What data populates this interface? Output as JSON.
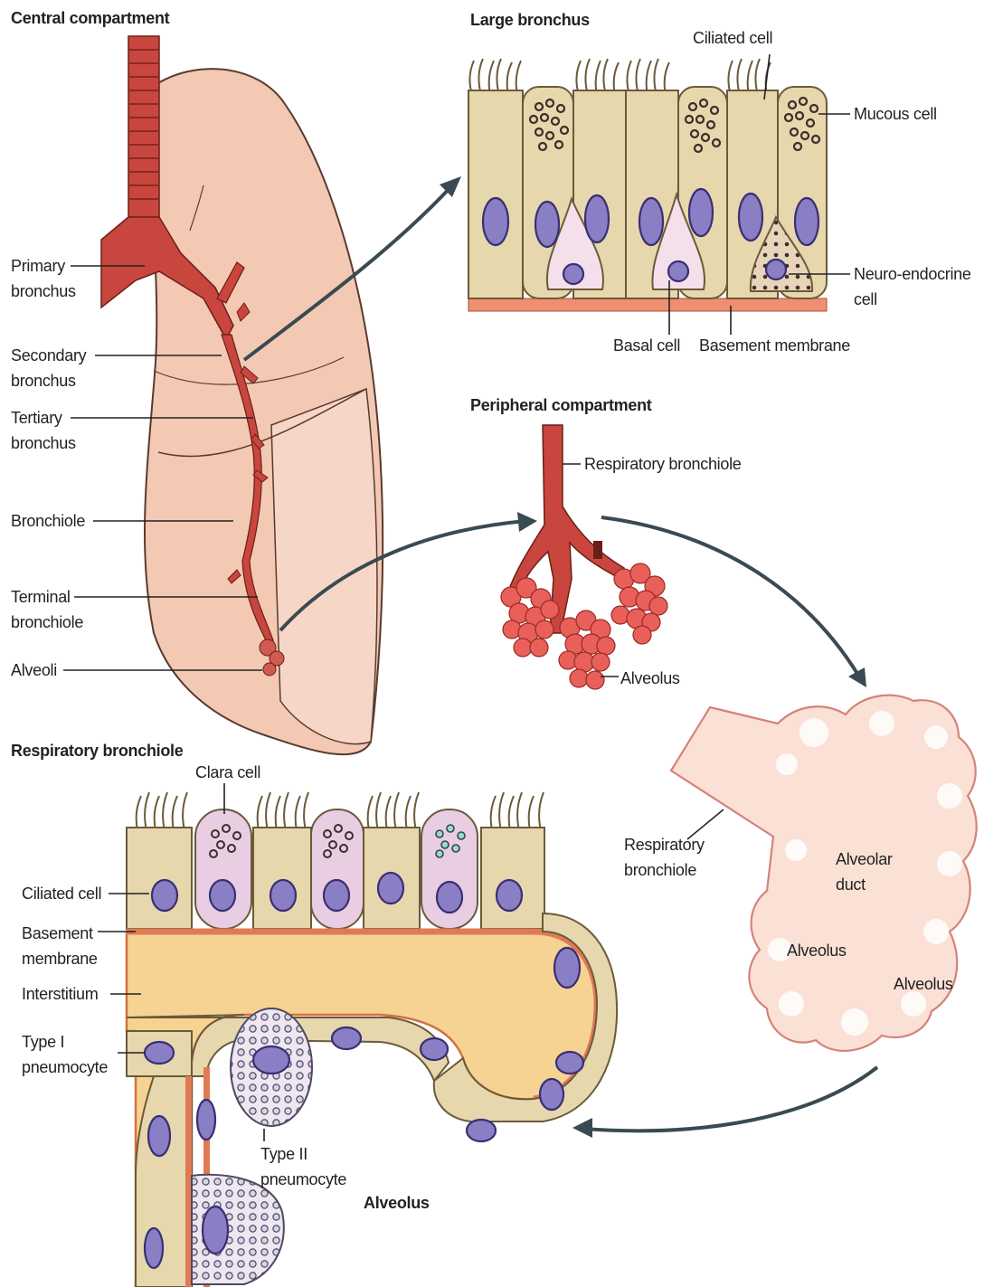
{
  "sections": {
    "central": "Central compartment",
    "large_bronchus": "Large bronchus",
    "peripheral": "Peripheral compartment",
    "respiratory_bronchiole": "Respiratory bronchiole",
    "alveolus": "Alveolus"
  },
  "lung_labels": {
    "primary_1": "Primary",
    "primary_2": "bronchus",
    "secondary_1": "Secondary",
    "secondary_2": "bronchus",
    "tertiary_1": "Tertiary",
    "tertiary_2": "bronchus",
    "bronchiole": "Bronchiole",
    "terminal_1": "Terminal",
    "terminal_2": "bronchiole",
    "alveoli": "Alveoli"
  },
  "bronchus_labels": {
    "ciliated": "Ciliated cell",
    "mucous": "Mucous cell",
    "neuro_1": "Neuro-endocrine",
    "neuro_2": "cell",
    "basal": "Basal cell",
    "basement": "Basement membrane"
  },
  "peripheral_labels": {
    "resp_bronchiole": "Respiratory bronchiole",
    "alveolus": "Alveolus"
  },
  "acinus_labels": {
    "resp_1": "Respiratory",
    "resp_2": "bronchiole",
    "duct_1": "Alveolar",
    "duct_2": "duct",
    "alveolus_a": "Alveolus",
    "alveolus_b": "Alveolus"
  },
  "resp_labels": {
    "clara": "Clara cell",
    "ciliated": "Ciliated cell",
    "basement_1": "Basement",
    "basement_2": "membrane",
    "interstitium": "Interstitium",
    "type1_1": "Type I",
    "type1_2": "pneumocyte",
    "type2_1": "Type II",
    "type2_2": "pneumocyte"
  }
}
